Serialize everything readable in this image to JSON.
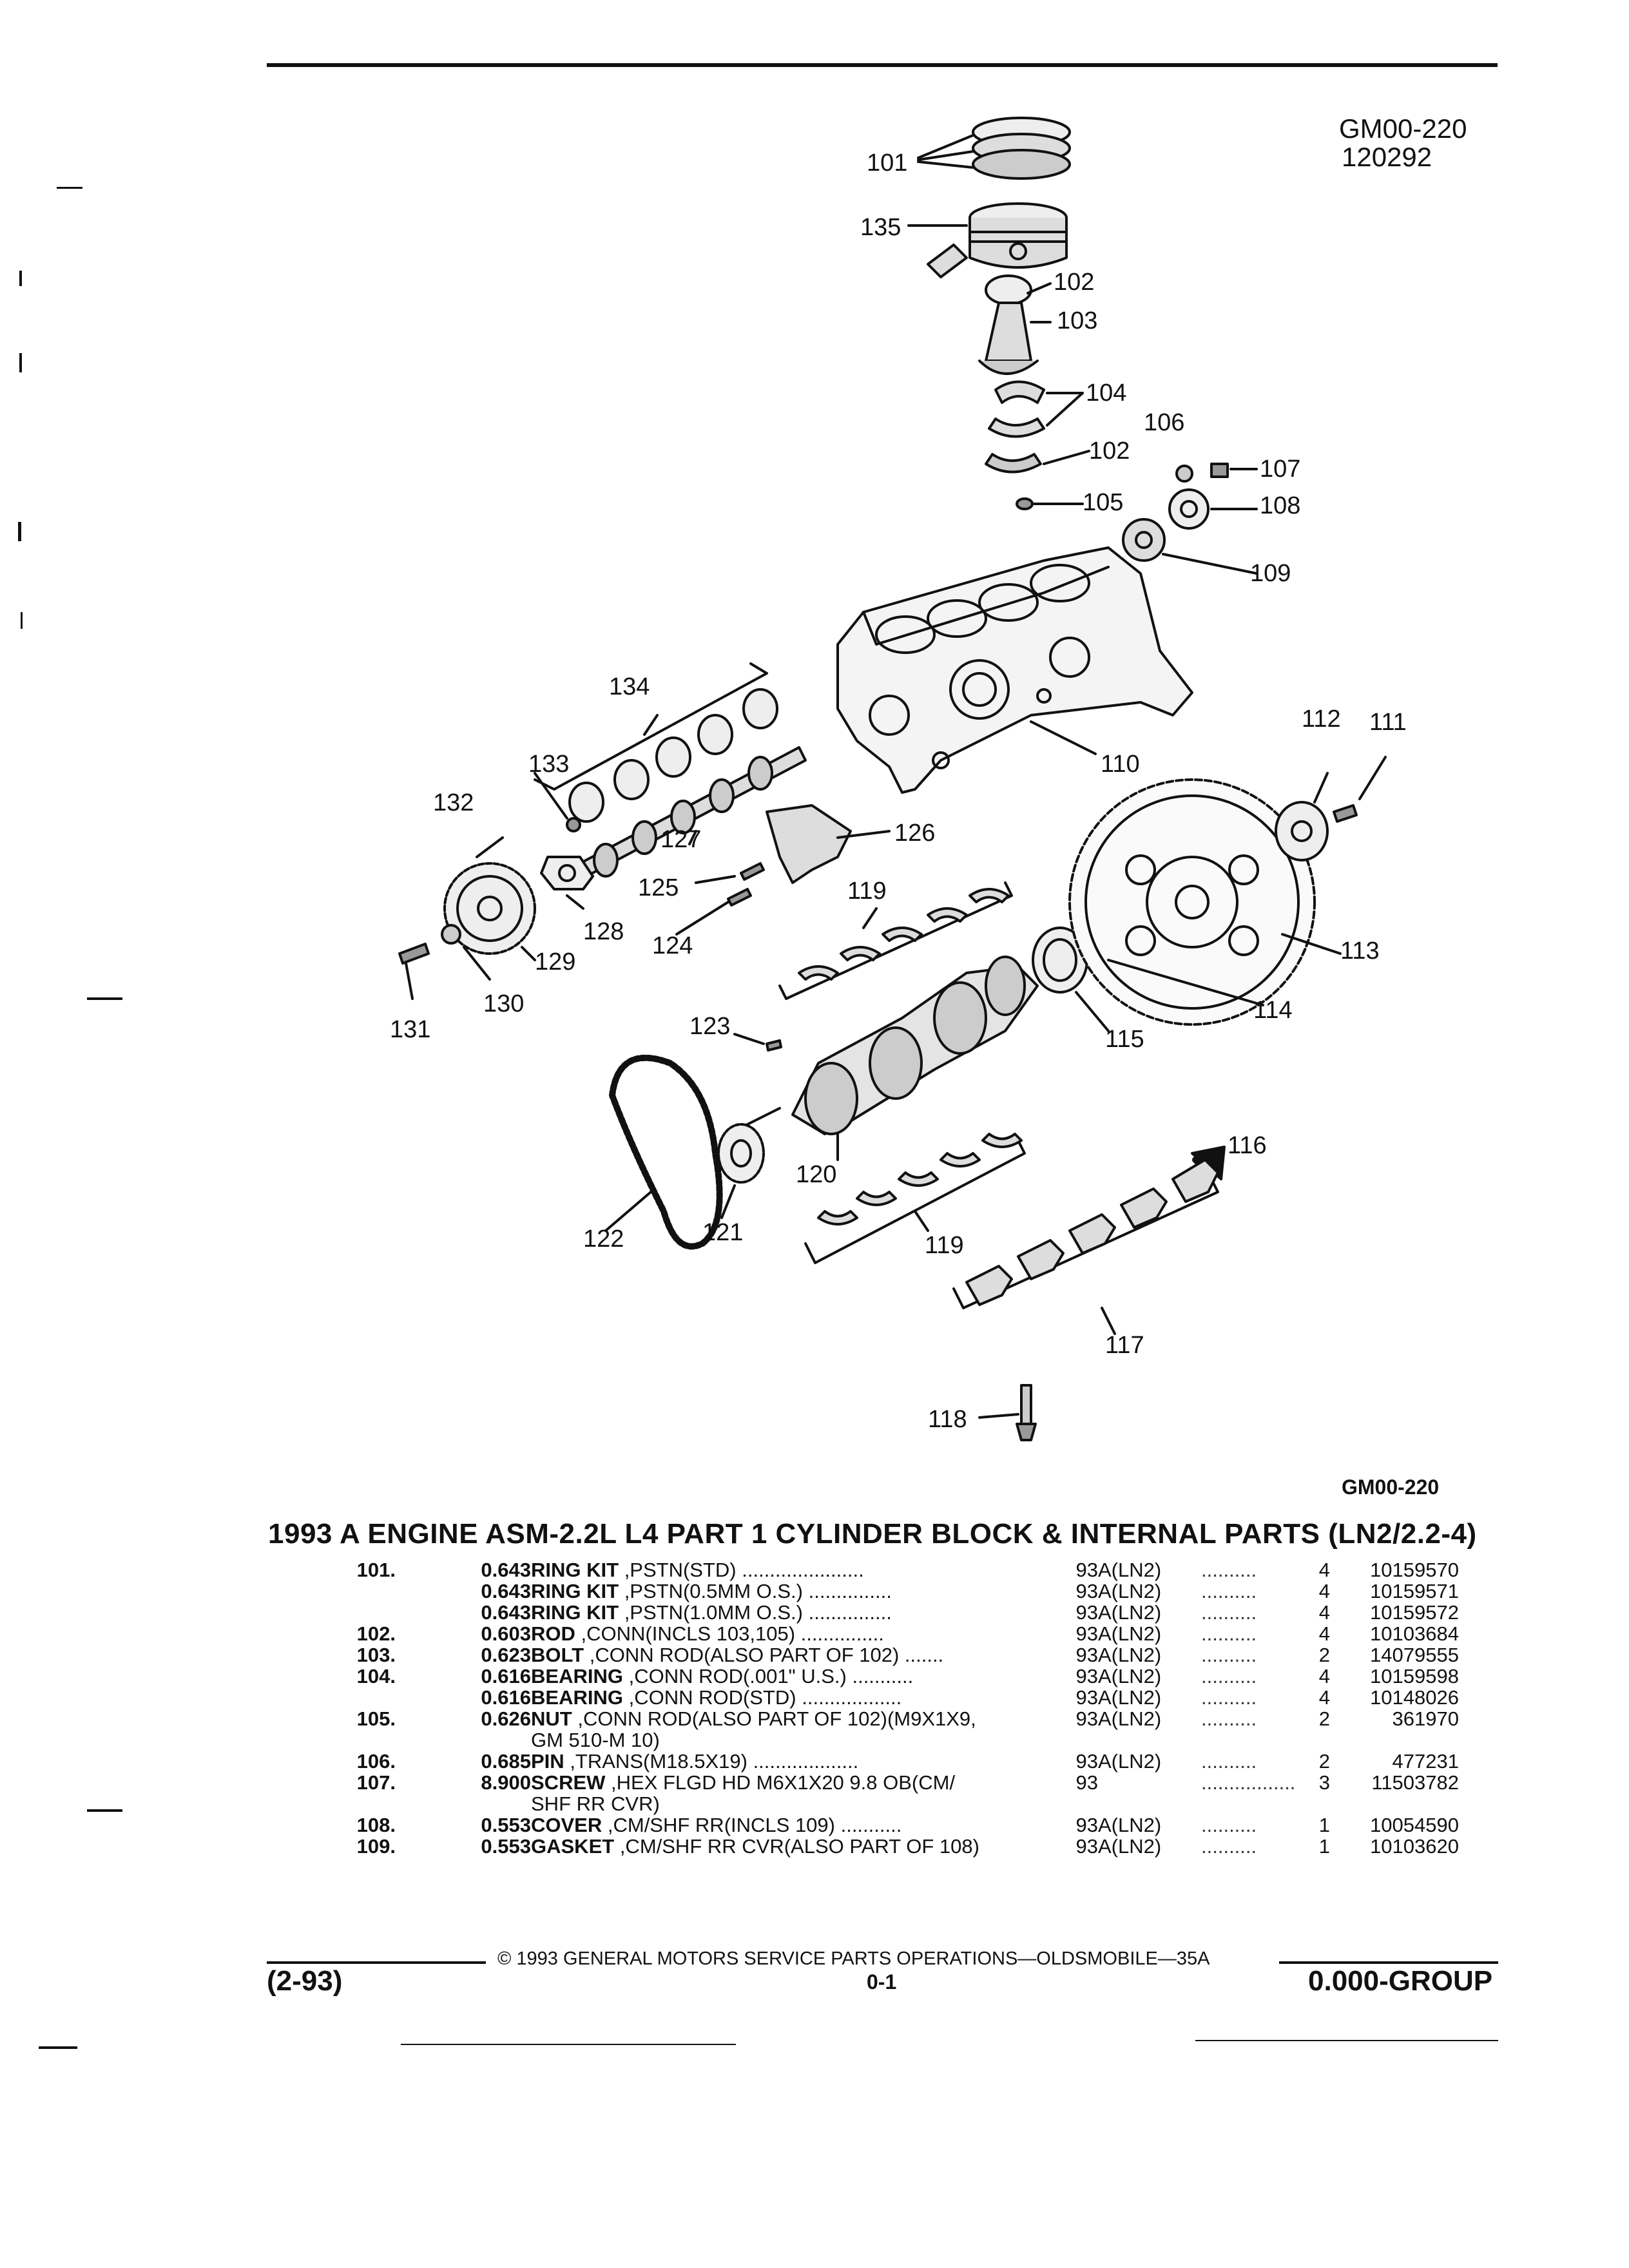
{
  "header": {
    "figure_code": "GM00-220",
    "figure_date": "120292"
  },
  "diagram": {
    "callouts": [
      "101",
      "135",
      "102",
      "103",
      "104",
      "102",
      "106",
      "107",
      "108",
      "105",
      "109",
      "134",
      "110",
      "133",
      "132",
      "112",
      "111",
      "127",
      "126",
      "125",
      "119",
      "128",
      "124",
      "129",
      "130",
      "131",
      "113",
      "114",
      "115",
      "123",
      "116",
      "120",
      "122",
      "121",
      "119",
      "117",
      "118"
    ],
    "figure_code_bottom": "GM00-220"
  },
  "section_title": "1993 A ENGINE ASM-2.2L L4 PART 1 CYLINDER BLOCK & INTERNAL PARTS (LN2/2.2-4)",
  "parts": [
    {
      "key": "101.",
      "page": "0.643",
      "name": "RING KIT",
      "desc": ",PSTN(STD)",
      "dots": " ......................",
      "year": "93",
      "model": "A(LN2)",
      "qty": "4",
      "pn": "10159570"
    },
    {
      "key": "",
      "page": "0.643",
      "name": "RING KIT",
      "desc": ",PSTN(0.5MM O.S.)",
      "dots": " ...............",
      "year": "93",
      "model": "A(LN2)",
      "qty": "4",
      "pn": "10159571"
    },
    {
      "key": "",
      "page": "0.643",
      "name": "RING KIT",
      "desc": ",PSTN(1.0MM O.S.)",
      "dots": " ...............",
      "year": "93",
      "model": "A(LN2)",
      "qty": "4",
      "pn": "10159572"
    },
    {
      "key": "102.",
      "page": "0.603",
      "name": "ROD",
      "desc": ",CONN(INCLS 103,105)",
      "dots": " ...............",
      "year": "93",
      "model": "A(LN2)",
      "qty": "4",
      "pn": "10103684"
    },
    {
      "key": "103.",
      "page": "0.623",
      "name": "BOLT",
      "desc": ",CONN ROD(ALSO PART OF 102)",
      "dots": " .......",
      "year": "93",
      "model": "A(LN2)",
      "qty": "2",
      "pn": "14079555"
    },
    {
      "key": "104.",
      "page": "0.616",
      "name": "BEARING",
      "desc": ",CONN ROD(.001\" U.S.)",
      "dots": " ...........",
      "year": "93",
      "model": "A(LN2)",
      "qty": "4",
      "pn": "10159598"
    },
    {
      "key": "",
      "page": "0.616",
      "name": "BEARING",
      "desc": ",CONN ROD(STD)",
      "dots": " ..................",
      "year": "93",
      "model": "A(LN2)",
      "qty": "4",
      "pn": "10148026"
    },
    {
      "key": "105.",
      "page": "0.626",
      "name": "NUT",
      "desc": ",CONN ROD(ALSO PART OF 102)(M9X1X9,",
      "desc2": "GM 510-M 10)",
      "dots": "",
      "year": "93",
      "model": "A(LN2)",
      "qty": "2",
      "pn": "361970"
    },
    {
      "key": "106.",
      "page": "0.685",
      "name": "PIN",
      "desc": ",TRANS(M18.5X19)",
      "dots": " ...................",
      "year": "93",
      "model": "A(LN2)",
      "qty": "2",
      "pn": "477231"
    },
    {
      "key": "107.",
      "page": "8.900",
      "name": "SCREW",
      "desc": ",HEX FLGD HD M6X1X20 9.8 OB(CM/",
      "desc2": "SHF RR CVR)",
      "dots": "",
      "year": "93",
      "model": "",
      "qty": "3",
      "pn": "11503782"
    },
    {
      "key": "108.",
      "page": "0.553",
      "name": "COVER",
      "desc": ",CM/SHF RR(INCLS 109)",
      "dots": " ...........",
      "year": "93",
      "model": "A(LN2)",
      "qty": "1",
      "pn": "10054590"
    },
    {
      "key": "109.",
      "page": "0.553",
      "name": "GASKET",
      "desc": ",CM/SHF RR CVR(ALSO PART OF 108)",
      "dots": "",
      "year": "93",
      "model": "A(LN2)",
      "qty": "1",
      "pn": "10103620"
    }
  ],
  "row_dots": "..........",
  "row_dots_long": ".................",
  "footer": {
    "copyright": "©  1993  GENERAL MOTORS SERVICE PARTS OPERATIONS—OLDSMOBILE—35A",
    "date": "(2-93)",
    "page": "0-1",
    "group": "0.000-GROUP"
  }
}
